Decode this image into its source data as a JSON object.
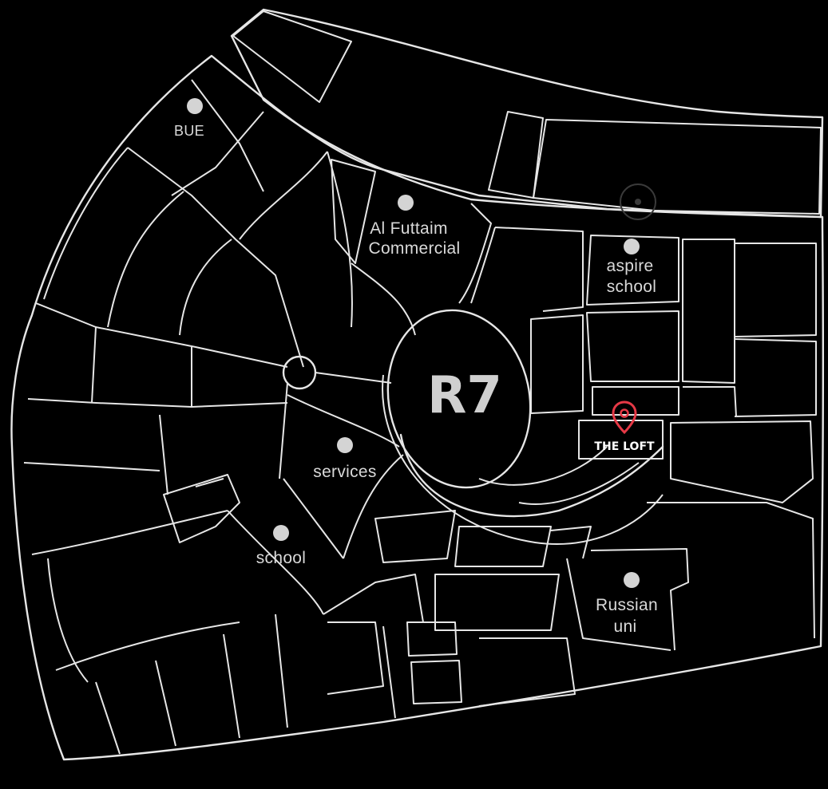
{
  "map": {
    "district_label": "R7",
    "marker_label": "THE LOFT",
    "colors": {
      "background": "#000000",
      "roads": "#e6e6e6",
      "poi_dot": "#d4d4d4",
      "marker": "#e63946",
      "text": "#d9d9d9"
    },
    "pois": [
      {
        "id": "bue",
        "lines": [
          "BUE"
        ]
      },
      {
        "id": "al-futtaim",
        "lines": [
          "Al Futtaim",
          "Commercial"
        ]
      },
      {
        "id": "aspire",
        "lines": [
          "aspire",
          "school"
        ]
      },
      {
        "id": "services",
        "lines": [
          "services"
        ]
      },
      {
        "id": "school",
        "lines": [
          "school"
        ]
      },
      {
        "id": "russian",
        "lines": [
          "Russian",
          "uni"
        ]
      }
    ],
    "icons": {
      "marker": "map-pin-icon",
      "poi": "dot-icon",
      "target": "target-icon"
    }
  }
}
